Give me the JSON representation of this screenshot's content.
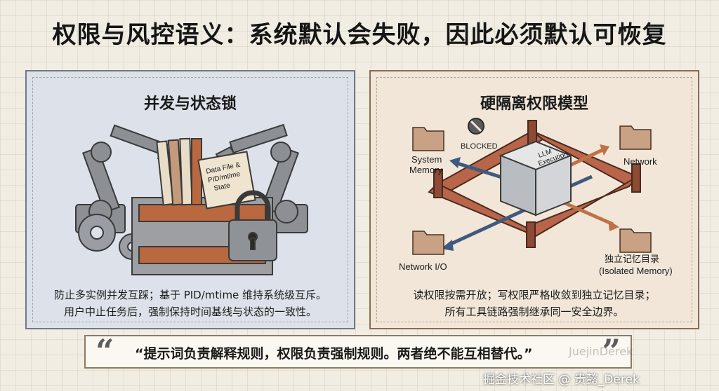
{
  "title": "权限与风控语义：系统默认会失败，因此必须默认可恢复",
  "left_panel": {
    "title": "并发与状态锁",
    "box_label_1": "Data File &",
    "box_label_2": "PID/mtime",
    "box_label_3": "State",
    "text_line1": "防止多实例并发互踩；基于 PID/mtime 维持系统级互斥。",
    "text_line2": "用户中止任务后，强制保持时间基线与状态的一致性。"
  },
  "right_panel": {
    "title": "硬隔离权限模型",
    "cube_label_1": "LLM",
    "cube_label_2": "Execution",
    "blocked_label": "BLOCKED",
    "system_memory_1": "System",
    "system_memory_2": "Memory",
    "network_label": "Network",
    "network_io_label": "Network I/O",
    "isolated_cn": "独立记忆目录",
    "isolated_en": "(Isolated Memory)",
    "text_line1": "读权限按需开放；写权限严格收敛到独立记忆目录；",
    "text_line2": "所有工具链路强制继承同一安全边界。"
  },
  "quote": {
    "open_mark": "“",
    "close_mark": "”",
    "text": "“提示词负责解释规则，权限负责强制规则。两者绝不能互相替代。”"
  },
  "watermark": "掘金技术社区 @ 贵懿_Derek",
  "watermark_ghost": "JuejinDerek",
  "colors": {
    "left_bg": "#dde2ea",
    "right_bg": "#f1e6d8",
    "brick": "#b8654a",
    "arrow_blue": "#3e5a7e",
    "arrow_orange": "#c0714a"
  }
}
